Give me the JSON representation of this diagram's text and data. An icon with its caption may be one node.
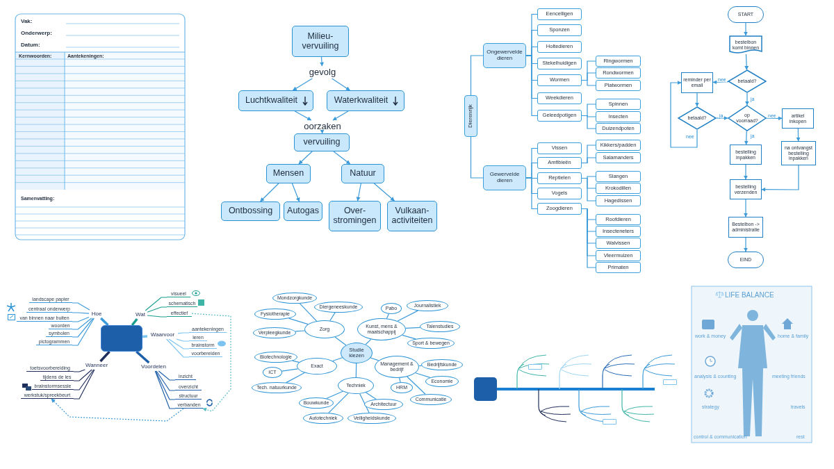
{
  "diagram": {
    "nodes": [
      {
        "text": [
          "Milieu- vervuiling"
        ]
      },
      {
        "text": [
          "gevolg"
        ]
      },
      {
        "text": [
          "Luchtkwaliteit"
        ]
      },
      {
        "text": [
          "Waterkwaliteit"
        ]
      },
      {
        "text": [
          "oorzaken"
        ]
      },
      {
        "text": [
          "vervuiling"
        ]
      },
      {
        "text": [
          "Mensen"
        ]
      },
      {
        "text": [
          "Natuur"
        ]
      },
      {
        "text": [
          "Ontbossing"
        ]
      },
      {
        "text": [
          "Autogas"
        ]
      },
      {
        "text": [
          "Over- stromingen"
        ]
      },
      {
        "text": [
          "Vulkaan- activiteiten"
        ]
      },
      {
        "text": [
          "Dierenrijk"
        ]
      },
      {
        "text": [
          "Ongewervelde dieren"
        ]
      },
      {
        "text": [
          "Eencelligen"
        ]
      },
      {
        "text": [
          "Sponzen"
        ]
      },
      {
        "text": [
          "Holtedieren"
        ]
      },
      {
        "text": [
          "Stekelhuidigen"
        ]
      },
      {
        "text": [
          "Wormen"
        ]
      },
      {
        "text": [
          "Ringwormen"
        ]
      },
      {
        "text": [
          "Rondwormen"
        ]
      },
      {
        "text": [
          "Platwormen"
        ]
      },
      {
        "text": [
          "Weekdieren"
        ]
      },
      {
        "text": [
          "Geleedpotigen"
        ]
      },
      {
        "text": [
          "Spinnen"
        ]
      },
      {
        "text": [
          "Insecten"
        ]
      },
      {
        "text": [
          "Duizendpoten"
        ]
      },
      {
        "text": [
          "Gewervelde dieren"
        ]
      },
      {
        "text": [
          "Vissen"
        ]
      },
      {
        "text": [
          "Amfibieën"
        ]
      },
      {
        "text": [
          "Kikkers/padden"
        ]
      },
      {
        "text": [
          "Salamanders"
        ]
      },
      {
        "text": [
          "Reptielen"
        ]
      },
      {
        "text": [
          "Slangen"
        ]
      },
      {
        "text": [
          "Krokodillen"
        ]
      },
      {
        "text": [
          "Hagedissen"
        ]
      },
      {
        "text": [
          "Vogels"
        ]
      },
      {
        "text": [
          "Zoogdieren"
        ]
      },
      {
        "text": [
          "Roofdieren"
        ]
      },
      {
        "text": [
          "Insecteneters"
        ]
      },
      {
        "text": [
          "Walvissen"
        ]
      },
      {
        "text": [
          "Vleermuizen"
        ]
      },
      {
        "text": [
          "Primaten"
        ]
      },
      {
        "text": [
          "START"
        ]
      },
      {
        "text": [
          "bestelbon komt binnen"
        ]
      },
      {
        "text": [
          "betaald?"
        ]
      },
      {
        "text": [
          "reminder per email"
        ]
      },
      {
        "text": [
          "betaald?"
        ]
      },
      {
        "text": [
          "op voorraad?"
        ]
      },
      {
        "text": [
          "artikel inkopen"
        ]
      },
      {
        "text": [
          "bestelling inpakken"
        ]
      },
      {
        "text": [
          "na ontvangst bestelling inpakken"
        ]
      },
      {
        "text": [
          "bestelling verzenden"
        ]
      },
      {
        "text": [
          "Bestelbon -> administratie"
        ]
      },
      {
        "text": [
          "EIND"
        ]
      },
      {
        "text": [],
        "shape": "box"
      },
      {
        "text": [
          "Hoe"
        ]
      },
      {
        "text": [
          "landscape papier"
        ]
      },
      {
        "text": [
          "centraal onderwerp"
        ]
      },
      {
        "text": [
          "van binnen naar buiten"
        ]
      },
      {
        "text": [
          "woorden"
        ]
      },
      {
        "text": [
          "symbolen"
        ]
      },
      {
        "text": [
          "pictogrammen"
        ]
      },
      {
        "text": [
          "Wat"
        ]
      },
      {
        "text": [
          "visueel"
        ]
      },
      {
        "text": [
          "schematisch"
        ]
      },
      {
        "text": [
          "effectief"
        ]
      },
      {
        "text": [
          "Waarvoor"
        ]
      },
      {
        "text": [
          "aantekeningen"
        ]
      },
      {
        "text": [
          "leren"
        ]
      },
      {
        "text": [
          "brainstorm"
        ]
      },
      {
        "text": [
          "voorbereiden"
        ]
      },
      {
        "text": [
          "Wanneer"
        ]
      },
      {
        "text": [
          "toetsvoorbereiding"
        ]
      },
      {
        "text": [
          "tijdens de les"
        ]
      },
      {
        "text": [
          "brainstormsessie"
        ]
      },
      {
        "text": [
          "werkstuk/spreekbeurt"
        ]
      },
      {
        "text": [
          "Voordelen"
        ]
      },
      {
        "text": [
          "inzicht"
        ]
      },
      {
        "text": [
          "overzicht"
        ]
      },
      {
        "text": [
          "structuur"
        ]
      },
      {
        "text": [
          "verbanden"
        ]
      },
      {
        "text": [
          "Studie kiezen"
        ]
      },
      {
        "text": [
          "Zorg"
        ]
      },
      {
        "text": [
          "Mondzorgkunde"
        ]
      },
      {
        "text": [
          "Diergeneeskunde"
        ]
      },
      {
        "text": [
          "Fysiotherapie"
        ]
      },
      {
        "text": [
          "Verpleegkunde"
        ]
      },
      {
        "text": [
          "Kunst, mens & maatschappij"
        ]
      },
      {
        "text": [
          "Pabo"
        ]
      },
      {
        "text": [
          "Journalistiek"
        ]
      },
      {
        "text": [
          "Talenstudies"
        ]
      },
      {
        "text": [
          "Sport & bewegen"
        ]
      },
      {
        "text": [
          "Exact"
        ]
      },
      {
        "text": [
          "Biotechnologie"
        ]
      },
      {
        "text": [
          "ICT"
        ]
      },
      {
        "text": [
          "Tech. natuurkunde"
        ]
      },
      {
        "text": [
          "Management & bedrijf"
        ]
      },
      {
        "text": [
          "Bedrijfskunde"
        ]
      },
      {
        "text": [
          "Economie"
        ]
      },
      {
        "text": [
          "HRM"
        ]
      },
      {
        "text": [
          "Communicatie"
        ]
      },
      {
        "text": [
          "Techniek"
        ]
      },
      {
        "text": [
          "Bouwkunde"
        ]
      },
      {
        "text": [
          "Architectuur"
        ]
      },
      {
        "text": [
          "Autotechniek"
        ]
      },
      {
        "text": [
          "Veiligheidskunde"
        ]
      },
      {
        "text": [],
        "shape": "box"
      },
      {
        "text": [],
        "shape": "box"
      },
      {
        "text": [],
        "shape": "box"
      },
      {
        "text": [],
        "shape": "box"
      }
    ],
    "edges": [
      {
        "from": 0,
        "to": 1,
        "arrow": "to"
      },
      {
        "from": 1,
        "to": 2,
        "arrow": "to"
      },
      {
        "from": 1,
        "to": 3,
        "arrow": "to"
      },
      {
        "from": 2,
        "to": 4,
        "arrow": "to"
      },
      {
        "from": 3,
        "to": 4,
        "arrow": "to"
      },
      {
        "from": 4,
        "to": 5,
        "arrow": "to"
      },
      {
        "from": 5,
        "to": 6,
        "arrow": "to"
      },
      {
        "from": 5,
        "to": 7,
        "arrow": "to"
      },
      {
        "from": 6,
        "to": 8,
        "arrow": "to"
      },
      {
        "from": 6,
        "to": 9,
        "arrow": "to"
      },
      {
        "from": 7,
        "to": 10,
        "arrow": "to"
      },
      {
        "from": 7,
        "to": 11,
        "arrow": "to"
      },
      {
        "from": 12,
        "to": 13,
        "arrow": "none"
      },
      {
        "from": 12,
        "to": 27,
        "arrow": "none"
      },
      {
        "from": 13,
        "to": 14,
        "arrow": "none"
      },
      {
        "from": 13,
        "to": 15,
        "arrow": "none"
      },
      {
        "from": 13,
        "to": 16,
        "arrow": "none"
      },
      {
        "from": 13,
        "to": 17,
        "arrow": "none"
      },
      {
        "from": 13,
        "to": 18,
        "arrow": "none"
      },
      {
        "from": 13,
        "to": 22,
        "arrow": "none"
      },
      {
        "from": 13,
        "to": 23,
        "arrow": "none"
      },
      {
        "from": 18,
        "to": 19,
        "arrow": "none"
      },
      {
        "from": 18,
        "to": 20,
        "arrow": "none"
      },
      {
        "from": 18,
        "to": 21,
        "arrow": "none"
      },
      {
        "from": 23,
        "to": 24,
        "arrow": "none"
      },
      {
        "from": 23,
        "to": 25,
        "arrow": "none"
      },
      {
        "from": 23,
        "to": 26,
        "arrow": "none"
      },
      {
        "from": 27,
        "to": 28,
        "arrow": "none"
      },
      {
        "from": 27,
        "to": 29,
        "arrow": "none"
      },
      {
        "from": 27,
        "to": 32,
        "arrow": "none"
      },
      {
        "from": 27,
        "to": 36,
        "arrow": "none"
      },
      {
        "from": 27,
        "to": 37,
        "arrow": "none"
      },
      {
        "from": 29,
        "to": 30,
        "arrow": "none"
      },
      {
        "from": 29,
        "to": 31,
        "arrow": "none"
      },
      {
        "from": 32,
        "to": 33,
        "arrow": "none"
      },
      {
        "from": 32,
        "to": 34,
        "arrow": "none"
      },
      {
        "from": 32,
        "to": 35,
        "arrow": "none"
      },
      {
        "from": 37,
        "to": 38,
        "arrow": "none"
      },
      {
        "from": 37,
        "to": 39,
        "arrow": "none"
      },
      {
        "from": 37,
        "to": 40,
        "arrow": "none"
      },
      {
        "from": 37,
        "to": 41,
        "arrow": "none"
      },
      {
        "from": 37,
        "to": 42,
        "arrow": "none"
      },
      {
        "from": 43,
        "to": 44,
        "arrow": "to"
      },
      {
        "from": 44,
        "to": 45,
        "arrow": "to"
      },
      {
        "from": 45,
        "to": 46,
        "label": "nee",
        "arrow": "to"
      },
      {
        "from": 45,
        "to": 48,
        "label": "ja",
        "arrow": "to"
      },
      {
        "from": 46,
        "to": 47,
        "arrow": "to"
      },
      {
        "from": 47,
        "to": 48,
        "label": "ja",
        "arrow": "to"
      },
      {
        "from": 47,
        "to": 46,
        "label": "nee",
        "arrow": "to"
      },
      {
        "from": 48,
        "to": 49,
        "label": "nee",
        "arrow": "to"
      },
      {
        "from": 48,
        "to": 50,
        "label": "ja",
        "arrow": "to"
      },
      {
        "from": 49,
        "to": 51,
        "arrow": "to"
      },
      {
        "from": 51,
        "to": 52,
        "arrow": "to"
      },
      {
        "from": 50,
        "to": 52,
        "arrow": "to"
      },
      {
        "from": 52,
        "to": 53,
        "arrow": "to"
      },
      {
        "from": 53,
        "to": 54,
        "arrow": "to"
      },
      {
        "from": 55,
        "to": 56,
        "arrow": "none",
        "style": "thick"
      },
      {
        "from": 56,
        "to": 57,
        "arrow": "none"
      },
      {
        "from": 56,
        "to": 58,
        "arrow": "none"
      },
      {
        "from": 56,
        "to": 59,
        "arrow": "none"
      },
      {
        "from": 56,
        "to": 60,
        "arrow": "none"
      },
      {
        "from": 56,
        "to": 61,
        "arrow": "none"
      },
      {
        "from": 56,
        "to": 62,
        "arrow": "none"
      },
      {
        "from": 55,
        "to": 63,
        "arrow": "none",
        "style": "thick",
        "color": "#1a9e8f"
      },
      {
        "from": 63,
        "to": 64,
        "arrow": "none",
        "color": "#1a9e8f"
      },
      {
        "from": 63,
        "to": 65,
        "arrow": "none",
        "color": "#1a9e8f"
      },
      {
        "from": 63,
        "to": 66,
        "arrow": "none",
        "color": "#1a9e8f"
      },
      {
        "from": 55,
        "to": 67,
        "arrow": "none",
        "style": "thick",
        "color": "#7cc4ef"
      },
      {
        "from": 67,
        "to": 68,
        "arrow": "none",
        "color": "#7cc4ef"
      },
      {
        "from": 67,
        "to": 69,
        "arrow": "none",
        "color": "#7cc4ef"
      },
      {
        "from": 67,
        "to": 70,
        "arrow": "none",
        "color": "#7cc4ef"
      },
      {
        "from": 67,
        "to": 71,
        "arrow": "none",
        "color": "#7cc4ef"
      },
      {
        "from": 55,
        "to": 72,
        "arrow": "none",
        "style": "thick",
        "color": "#1f2d5a"
      },
      {
        "from": 72,
        "to": 73,
        "arrow": "none",
        "color": "#1f2d5a"
      },
      {
        "from": 72,
        "to": 74,
        "arrow": "none",
        "color": "#1f2d5a"
      },
      {
        "from": 72,
        "to": 75,
        "arrow": "none",
        "color": "#1f2d5a"
      },
      {
        "from": 72,
        "to": 76,
        "arrow": "none",
        "color": "#1f2d5a"
      },
      {
        "from": 55,
        "to": 77,
        "arrow": "none",
        "style": "thick",
        "color": "#1d5fa8"
      },
      {
        "from": 77,
        "to": 78,
        "arrow": "none",
        "color": "#1d5fa8"
      },
      {
        "from": 77,
        "to": 79,
        "arrow": "none",
        "color": "#1d5fa8"
      },
      {
        "from": 77,
        "to": 80,
        "arrow": "none",
        "color": "#1d5fa8"
      },
      {
        "from": 77,
        "to": 81,
        "arrow": "none",
        "color": "#1d5fa8"
      },
      {
        "from": 66,
        "to": 81,
        "arrow": "to",
        "style": "dashed",
        "color": "#5bbfc4"
      },
      {
        "from": 81,
        "to": 76,
        "arrow": "to",
        "style": "dashed"
      },
      {
        "from": 82,
        "to": 83,
        "arrow": "none"
      },
      {
        "from": 83,
        "to": 84,
        "arrow": "none"
      },
      {
        "from": 83,
        "to": 85,
        "arrow": "none"
      },
      {
        "from": 83,
        "to": 86,
        "arrow": "none"
      },
      {
        "from": 83,
        "to": 87,
        "arrow": "none"
      },
      {
        "from": 82,
        "to": 88,
        "arrow": "none"
      },
      {
        "from": 88,
        "to": 89,
        "arrow": "none"
      },
      {
        "from": 88,
        "to": 90,
        "arrow": "none"
      },
      {
        "from": 88,
        "to": 91,
        "arrow": "none"
      },
      {
        "from": 88,
        "to": 92,
        "arrow": "none"
      },
      {
        "from": 82,
        "to": 93,
        "arrow": "none"
      },
      {
        "from": 93,
        "to": 94,
        "arrow": "none"
      },
      {
        "from": 93,
        "to": 95,
        "arrow": "none"
      },
      {
        "from": 93,
        "to": 96,
        "arrow": "none"
      },
      {
        "from": 82,
        "to": 97,
        "arrow": "none"
      },
      {
        "from": 97,
        "to": 98,
        "arrow": "none"
      },
      {
        "from": 97,
        "to": 99,
        "arrow": "none"
      },
      {
        "from": 97,
        "to": 100,
        "arrow": "none"
      },
      {
        "from": 97,
        "to": 101,
        "arrow": "none"
      },
      {
        "from": 82,
        "to": 102,
        "arrow": "none"
      },
      {
        "from": 102,
        "to": 103,
        "arrow": "none"
      },
      {
        "from": 102,
        "to": 104,
        "arrow": "none"
      },
      {
        "from": 102,
        "to": 105,
        "arrow": "none"
      },
      {
        "from": 102,
        "to": 106,
        "arrow": "none"
      }
    ],
    "labels": [
      "Vak:",
      "Onderwerp:",
      "Datum:",
      "Kernwoorden:",
      "Aantekeningen:",
      "Samenvatting:",
      "LIFE BALANCE",
      "work & money",
      "home & family",
      "analysis & counting",
      "meeting friends",
      "strategy",
      "travels",
      "control & communication",
      "rest"
    ]
  }
}
